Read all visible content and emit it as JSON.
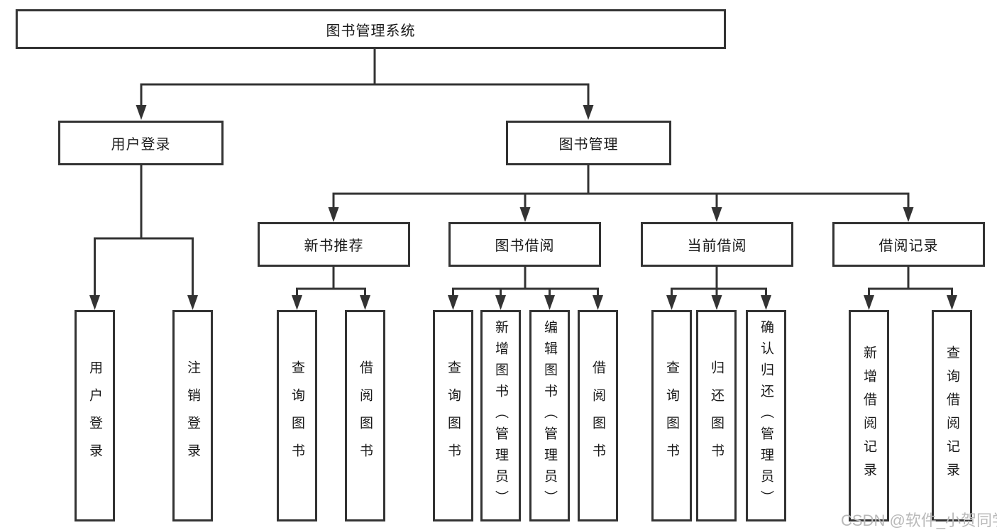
{
  "diagram": {
    "root": {
      "label": "图书管理系统"
    },
    "user_login": {
      "label": "用户登录",
      "children": [
        {
          "label": "用户登录"
        },
        {
          "label": "注销登录"
        }
      ]
    },
    "book_mgmt": {
      "label": "图书管理",
      "sections": {
        "new_books": {
          "label": "新书推荐",
          "children": [
            {
              "label": "查询图书"
            },
            {
              "label": "借阅图书"
            }
          ]
        },
        "book_borrow": {
          "label": "图书借阅",
          "children": [
            {
              "label": "查询图书"
            },
            {
              "label": "新增图书（管理员）"
            },
            {
              "label": "编辑图书（管理员）"
            },
            {
              "label": "借阅图书"
            }
          ]
        },
        "current_borrow": {
          "label": "当前借阅",
          "children": [
            {
              "label": "查询图书"
            },
            {
              "label": "归还图书"
            },
            {
              "label": "确认归还（管理员）"
            }
          ]
        },
        "borrow_records": {
          "label": "借阅记录",
          "children": [
            {
              "label": "新增借阅记录"
            },
            {
              "label": "查询借阅记录"
            }
          ]
        }
      }
    }
  },
  "watermark": {
    "text": "CSDN @软件_小贺同学"
  },
  "colors": {
    "line": "#333333",
    "box_border": "#333333",
    "text": "#1a1a1a",
    "watermark_text": "#b9b9b9",
    "background": "#ffffff"
  }
}
